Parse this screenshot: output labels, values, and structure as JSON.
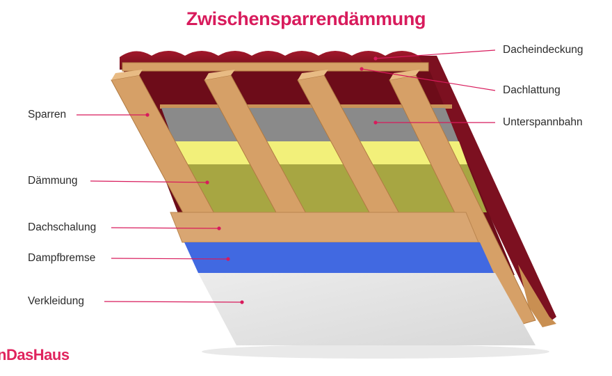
{
  "title": "Zwischensparrendämmung",
  "labels_left": {
    "sparren": "Sparren",
    "daemmung": "Dämmung",
    "dachschalung": "Dachschalung",
    "dampfbremse": "Dampfbremse",
    "verkleidung": "Verkleidung"
  },
  "labels_right": {
    "dacheindeckung": "Dacheindeckung",
    "dachlattung": "Dachlattung",
    "unterspannbahn": "Unterspannbahn"
  },
  "logo": "nDasHaus",
  "colors": {
    "accent": "#d81b5c",
    "tiles": "#8e1424",
    "rafter": "#d6a067",
    "insulation": "#a7a642",
    "insulation_top": "#f2f07a",
    "membrane": "#8a8a8a",
    "sheathing": "#d9a672",
    "vapor_barrier": "#4169e1",
    "cladding": "#e4e4e4"
  }
}
